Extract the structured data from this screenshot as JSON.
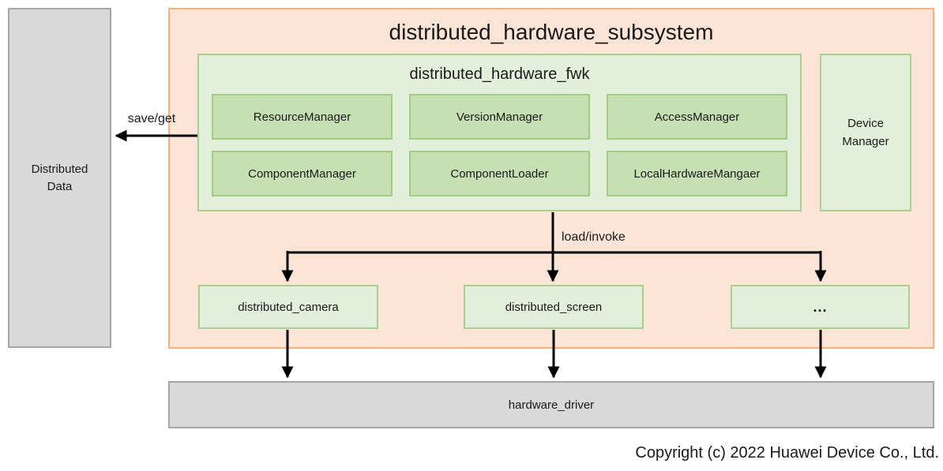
{
  "diagram": {
    "title": "distributed_hardware_subsystem",
    "distributed_data": "Distributed Data",
    "fwk": {
      "title": "distributed_hardware_fwk",
      "managers": [
        "ResourceManager",
        "VersionManager",
        "AccessManager",
        "ComponentManager",
        "ComponentLoader",
        "LocalHardwareMangaer"
      ]
    },
    "device_manager": "Device Manager",
    "components": [
      "distributed_camera",
      "distributed_screen",
      "..."
    ],
    "hardware_driver": "hardware_driver",
    "arrow_labels": {
      "save_get": "save/get",
      "load_invoke": "load/invoke"
    },
    "copyright": "Copyright (c) 2022 Huawei Device Co., Ltd.",
    "colors": {
      "subsystem_fill": "#fce4d6",
      "subsystem_border": "#f4b183",
      "light_green_fill": "#e2efda",
      "green_border": "#a9d08e",
      "manager_fill": "#c6e0b4",
      "gray_fill": "#d9d9d9",
      "gray_border": "#a6a6a6",
      "arrow": "#000000"
    }
  }
}
